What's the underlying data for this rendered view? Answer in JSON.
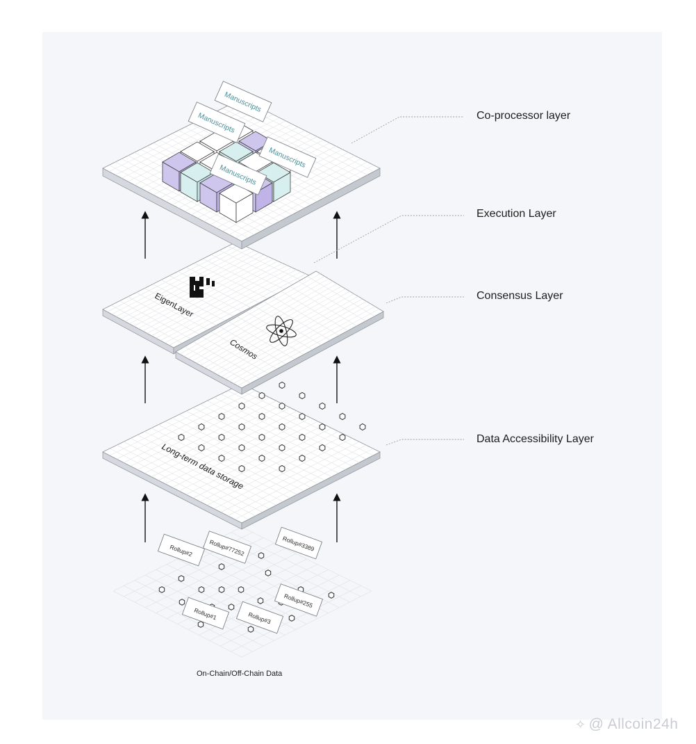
{
  "layers": {
    "coprocessor": "Co-processor layer",
    "execution": "Execution Layer",
    "consensus": "Consensus Layer",
    "data_accessibility": "Data Accessibility Layer"
  },
  "coprocessor_cards": [
    "Manuscripts",
    "Manuscripts",
    "Manuscripts",
    "Manuscripts"
  ],
  "execution_plates": {
    "eigenlayer": "EigenLayer",
    "cosmos": "Cosmos"
  },
  "data_plate": {
    "label": "Long-term data storage"
  },
  "rollups": [
    "Rollup#2",
    "Rollup#77252",
    "Rollup#3389",
    "Rollup#255",
    "Rollup#1",
    "Rollup#3"
  ],
  "caption": "On-Chain/Off-Chain Data",
  "watermark": "@ Allcoin24h",
  "colors": {
    "purple": "#cfc6ee",
    "mint": "#d8efef",
    "card_text": "#4a8f98",
    "plate_side": "#cfd2d8"
  },
  "icons": [
    "eigenlayer-logo-icon",
    "cosmos-atom-icon",
    "hexagon-node-icon",
    "up-arrow-icon"
  ]
}
